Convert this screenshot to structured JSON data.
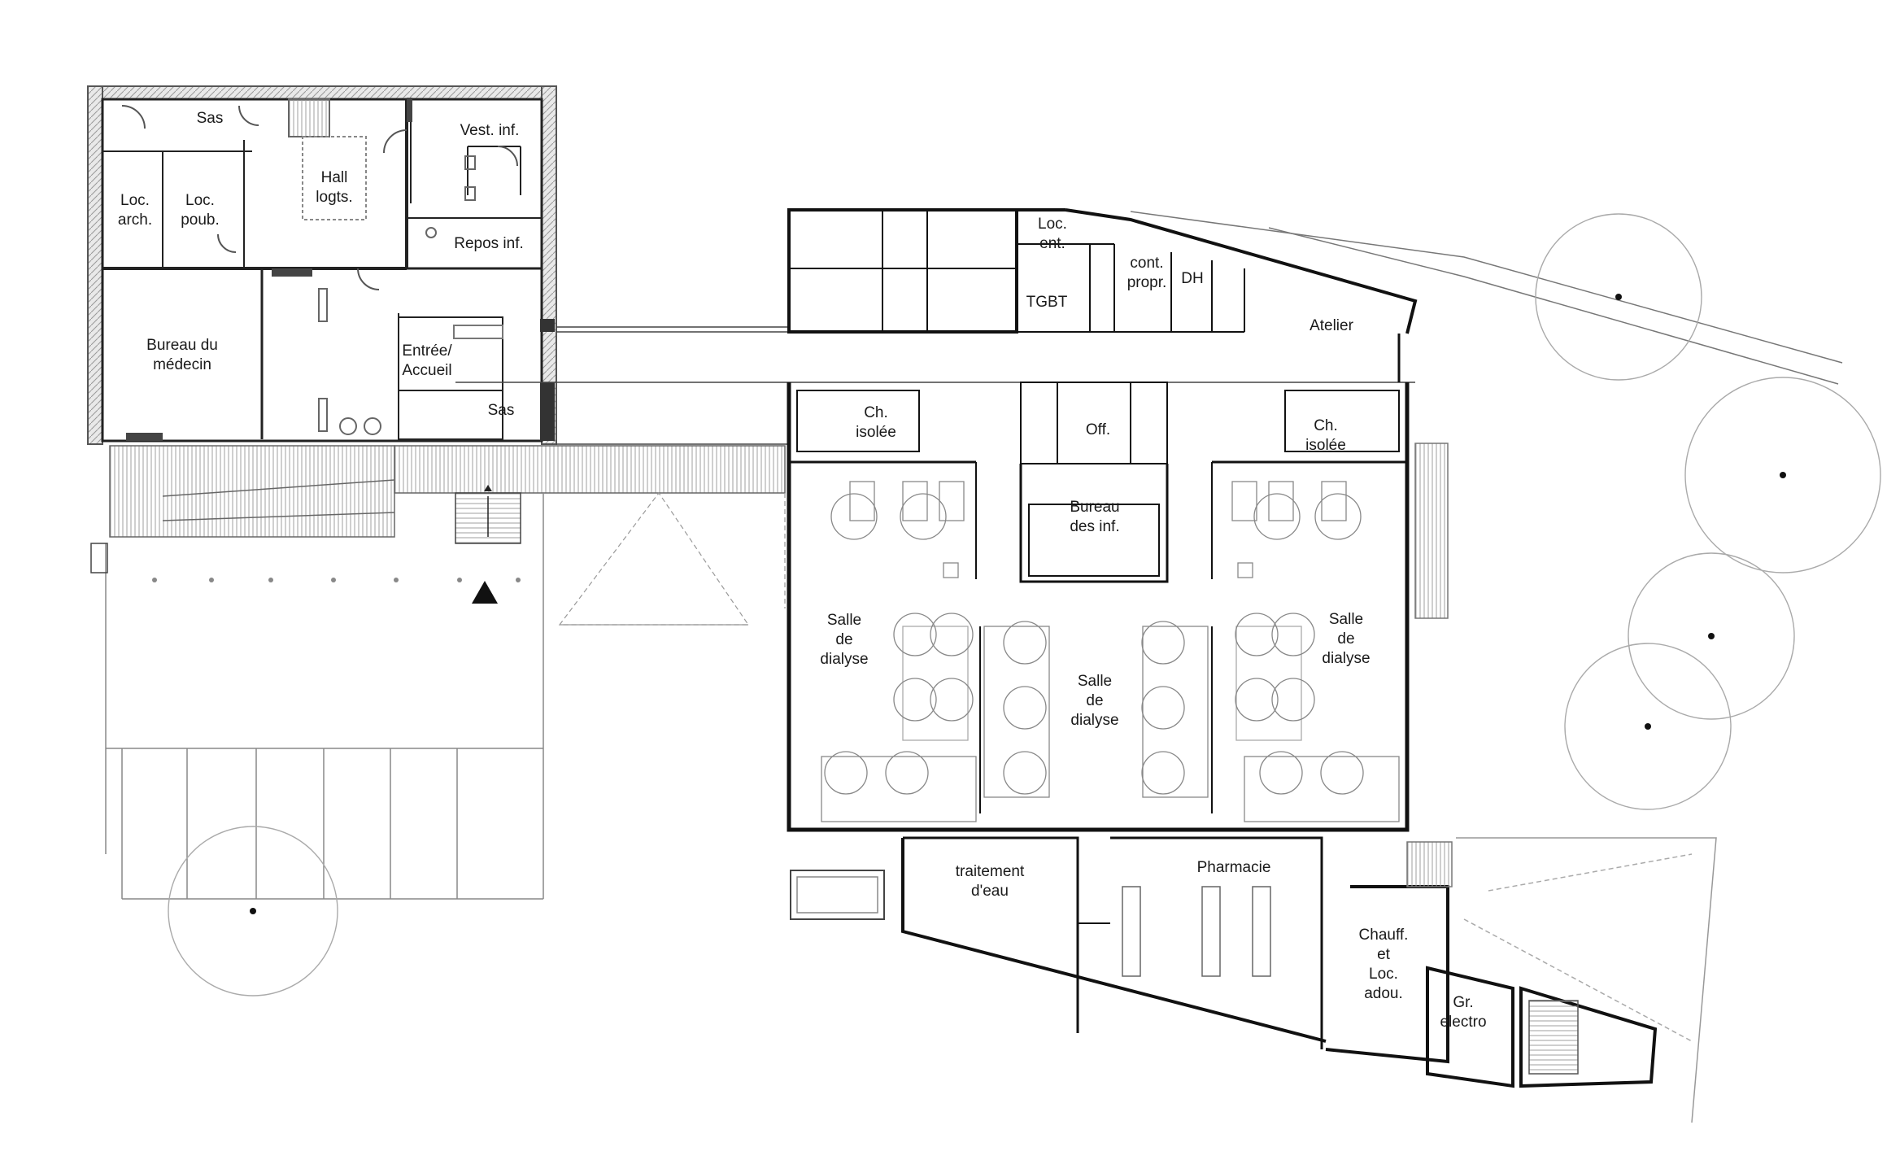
{
  "rooms": [
    {
      "id": "sas-top",
      "lines": [
        "Sas"
      ]
    },
    {
      "id": "hall-logts",
      "lines": [
        "Hall",
        "logts."
      ]
    },
    {
      "id": "vest-inf",
      "lines": [
        "Vest. inf."
      ]
    },
    {
      "id": "loc-arch",
      "lines": [
        "Loc.",
        "arch."
      ]
    },
    {
      "id": "loc-poub",
      "lines": [
        "Loc.",
        "poub."
      ]
    },
    {
      "id": "repos-inf",
      "lines": [
        "Repos inf."
      ]
    },
    {
      "id": "bureau-medecin",
      "lines": [
        "Bureau du",
        "médecin"
      ]
    },
    {
      "id": "entree-accueil",
      "lines": [
        "Entrée/",
        "Accueil"
      ]
    },
    {
      "id": "sas-entree",
      "lines": [
        "Sas"
      ]
    },
    {
      "id": "loc-ent",
      "lines": [
        "Loc.",
        "ent."
      ]
    },
    {
      "id": "tgbt",
      "lines": [
        "TGBT"
      ]
    },
    {
      "id": "cont-propr",
      "lines": [
        "cont.",
        "propr."
      ]
    },
    {
      "id": "dh",
      "lines": [
        "DH"
      ]
    },
    {
      "id": "atelier",
      "lines": [
        "Atelier"
      ]
    },
    {
      "id": "ch-isolee-left",
      "lines": [
        "Ch.",
        "isolée"
      ]
    },
    {
      "id": "off",
      "lines": [
        "Off."
      ]
    },
    {
      "id": "ch-isolee-right",
      "lines": [
        "Ch.",
        "isolée"
      ]
    },
    {
      "id": "bureau-inf",
      "lines": [
        "Bureau",
        "des inf."
      ]
    },
    {
      "id": "salle-dialyse-left",
      "lines": [
        "Salle",
        "de",
        "dialyse"
      ]
    },
    {
      "id": "salle-dialyse-center",
      "lines": [
        "Salle",
        "de",
        "dialyse"
      ]
    },
    {
      "id": "salle-dialyse-right",
      "lines": [
        "Salle",
        "de",
        "dialyse"
      ]
    },
    {
      "id": "traitement-eau",
      "lines": [
        "traitement",
        "d'eau"
      ]
    },
    {
      "id": "pharmacie",
      "lines": [
        "Pharmacie"
      ]
    },
    {
      "id": "chauff-loc-adou",
      "lines": [
        "Chauff.",
        "et",
        "Loc.",
        "adou."
      ]
    },
    {
      "id": "gr-electro",
      "lines": [
        "Gr.",
        "electro"
      ]
    }
  ]
}
